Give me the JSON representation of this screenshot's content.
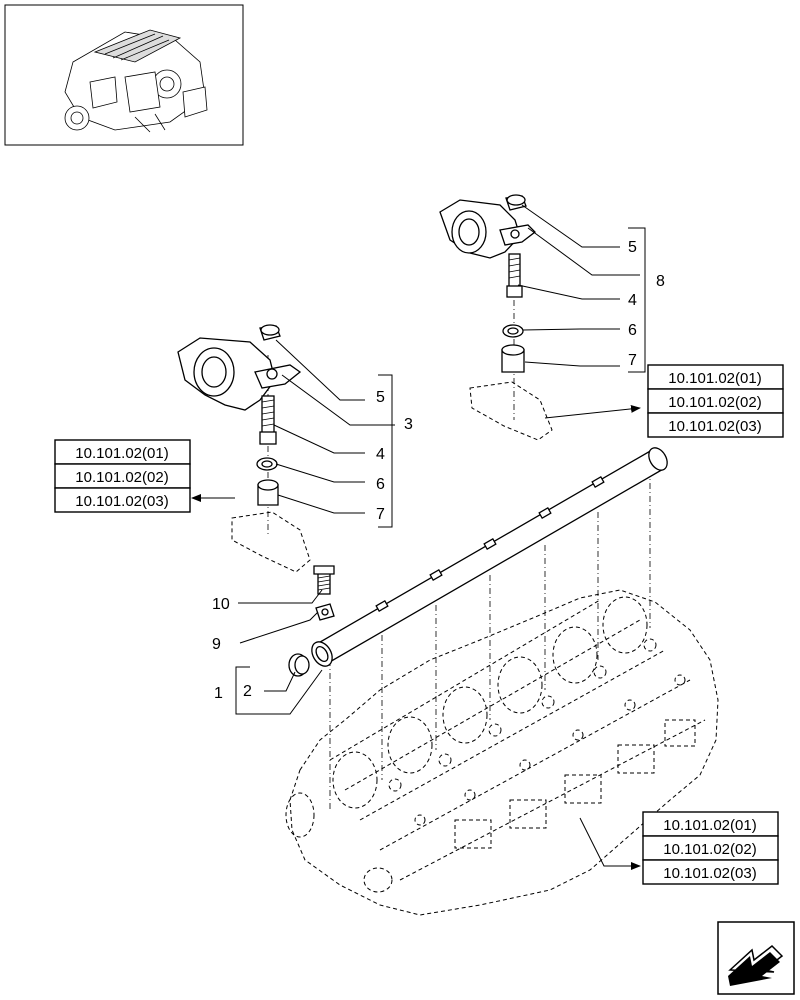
{
  "callouts": {
    "upper_rocker": {
      "c5": "5",
      "c8": "8",
      "c4": "4",
      "c6": "6",
      "c7": "7"
    },
    "lower_rocker": {
      "c5": "5",
      "c3": "3",
      "c4": "4",
      "c6": "6",
      "c7": "7"
    },
    "shaft": {
      "c10": "10",
      "c9": "9",
      "c1": "1",
      "c2": "2"
    }
  },
  "reference_groups": {
    "upper_right": [
      "10.101.02(01)",
      "10.101.02(02)",
      "10.101.02(03)"
    ],
    "left": [
      "10.101.02(01)",
      "10.101.02(02)",
      "10.101.02(03)"
    ],
    "bottom_right": [
      "10.101.02(01)",
      "10.101.02(02)",
      "10.101.02(03)"
    ]
  },
  "icons": {
    "thumbnail": "engine-thumbnail-icon",
    "navigation": "next-page-arrow-icon"
  }
}
